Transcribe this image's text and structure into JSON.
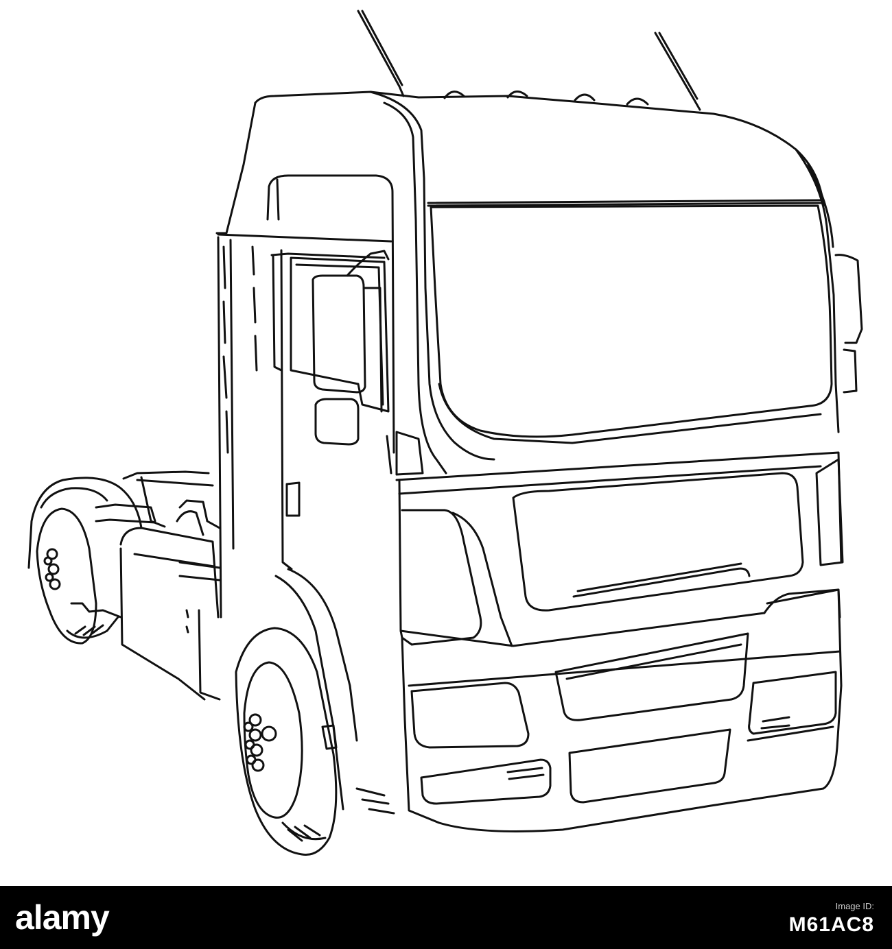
{
  "footer": {
    "brand": "alamy",
    "image_id_caption": "Image ID:",
    "image_id": "M61AC8",
    "brand_color": "#ffffff",
    "bar_color": "#000000"
  },
  "illustration": {
    "subject": "truck-tractor-outline-icon",
    "stroke_color": "#111111"
  }
}
